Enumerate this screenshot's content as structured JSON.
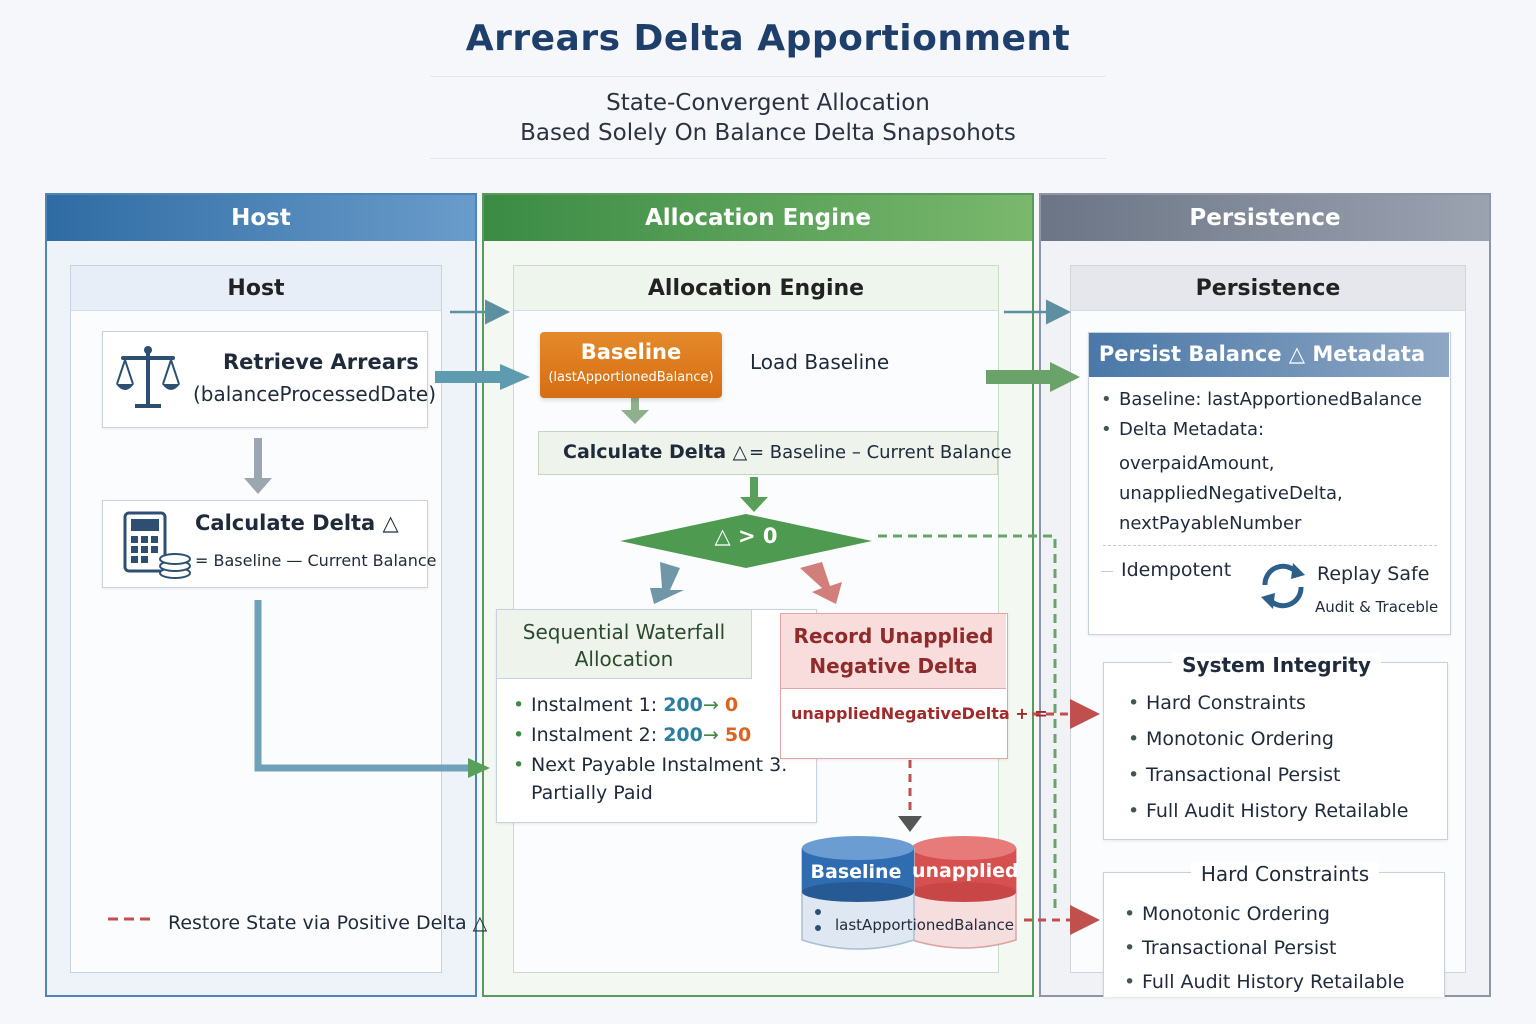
{
  "title": "Arrears Delta Apportionment",
  "subtitle_line1": "State-Convergent Allocation",
  "subtitle_line2": "Based Solely On Balance Delta Snapsohots",
  "lanes": {
    "host": "Host",
    "engine": "Allocation Engine",
    "persist": "Persistence"
  },
  "panels": {
    "host": "Host",
    "engine": "Allocation Engine",
    "persist": "Persistence"
  },
  "host": {
    "retrieve_title": "Retrieve Arrears",
    "retrieve_sub": "(balanceProcessedDate)",
    "calc_title": "Calculate Delta △",
    "calc_sub": "=  Baseline — Current Balance",
    "restore": "Restore State via Positive Delta △"
  },
  "engine": {
    "baseline_title": "Baseline",
    "baseline_sub": "(lastApportionedBalance)",
    "load_baseline": "Load Baseline",
    "calc_bold": "Calculate Delta △",
    "calc_rest": " = Baseline – Current Balance",
    "decision": "△ > 0",
    "waterfall_title_1": "Sequential Waterfall",
    "waterfall_title_2": "Allocation",
    "inst1_label": "Instalment 1: ",
    "inst1_from": "200",
    "inst1_to": "0",
    "inst2_label": "Instalment 2: ",
    "inst2_from": "200",
    "inst2_to": "50",
    "next_payable_1": "Next Payable Instalment 3.",
    "next_payable_2": "Partially Paid",
    "arrow_glyph": "→",
    "record_title_1": "Record Unapplied",
    "record_title_2": "Negative Delta",
    "record_expr": "unappliedNegativeDelta + =",
    "db_baseline": "Baseline",
    "db_unapplied": "unapplied",
    "db_field": "lastApportionedBalance"
  },
  "persist": {
    "metadata_title": "Persist Balance △ Metadata",
    "baseline_item": "Baseline: lastApportionedBalance",
    "delta_label": "Delta Metadata:",
    "delta_1": "overpaidAmount,",
    "delta_2": "unappliedNegativeDelta,",
    "delta_3": "nextPayableNumber",
    "idempotent": "Idempotent",
    "replay": "Replay Safe",
    "audit": "Audit & Traceble",
    "integrity_title": "System Integrity",
    "integrity_items": [
      "Hard Constraints",
      "Monotonic Ordering",
      "Transactional Persist",
      "Full Audit History Retailable"
    ],
    "constraints_title": "Hard Constraints",
    "constraints_items": [
      "Monotonic Ordering",
      "Transactional Persist",
      "Full Audit History Retailable"
    ]
  },
  "colors": {
    "host_blue": "#2f6ca3",
    "engine_green": "#3b8b45",
    "persist_gray": "#6c7585",
    "baseline_orange": "#e07a1f",
    "negative_red": "#c0392b",
    "positive_teal": "#2a8a7a"
  },
  "icons": [
    "scales-icon",
    "calculator-icon",
    "coins-icon",
    "refresh-icon",
    "database-icon"
  ]
}
